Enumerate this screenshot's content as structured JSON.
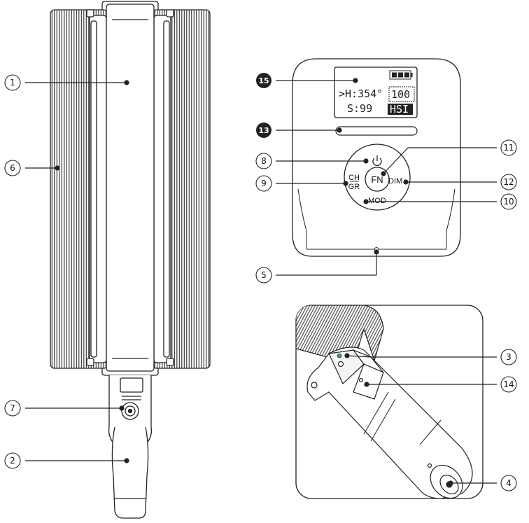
{
  "lcd": {
    "line1": ">H:354°",
    "brightness": "100",
    "line2": "S:99",
    "mode": "HSI"
  },
  "buttons": {
    "fn": "FN",
    "dim": "DIM",
    "mod": "MOD",
    "ch": "CH",
    "gr": "GR"
  },
  "callouts": [
    {
      "id": "1",
      "label": "①"
    },
    {
      "id": "2",
      "label": "②"
    },
    {
      "id": "3",
      "label": "③"
    },
    {
      "id": "4",
      "label": "④"
    },
    {
      "id": "5",
      "label": "⑤"
    },
    {
      "id": "6",
      "label": "⑥"
    },
    {
      "id": "7",
      "label": "⑦"
    },
    {
      "id": "8",
      "label": "⑧"
    },
    {
      "id": "9",
      "label": "⑨"
    },
    {
      "id": "10",
      "label": "⑩"
    },
    {
      "id": "11",
      "label": "⑪"
    },
    {
      "id": "12",
      "label": "⑫"
    },
    {
      "id": "13",
      "label": "⑬"
    },
    {
      "id": "14",
      "label": "⑭"
    },
    {
      "id": "15",
      "label": "⑮"
    }
  ]
}
